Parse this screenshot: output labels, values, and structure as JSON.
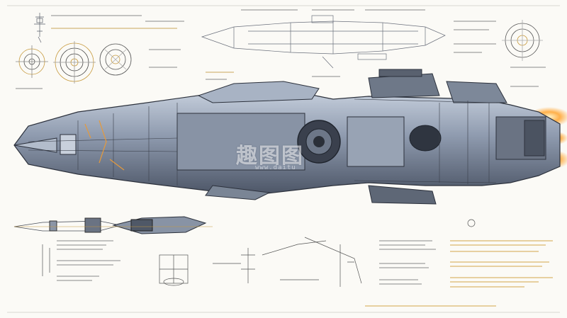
{
  "image": {
    "subject": "spaceship-blueprint",
    "palette": {
      "paper": "#fbfaf6",
      "ink": "#3b4150",
      "hull": "#8e9aae",
      "hull_dark": "#4c5566",
      "hull_light": "#c9d2df",
      "accent_orange": "#e59a3c",
      "engine_glow": "#ffb04a",
      "annotation_gold": "#d3a64a"
    }
  },
  "watermark": {
    "text": "趣图图",
    "url": "www.daitu"
  }
}
